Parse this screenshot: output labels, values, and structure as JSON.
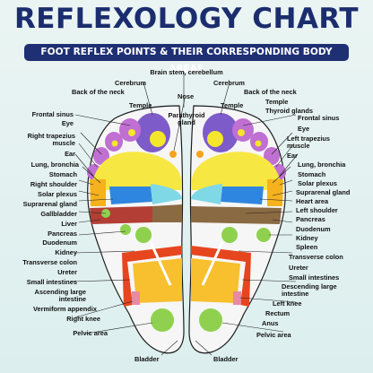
{
  "title": "REFLEXOLOGY CHART",
  "subtitle": "FOOT REFLEX POINTS & THEIR CORRESPONDING BODY AREAS",
  "labels": {
    "brain_stem": "Brain stem, cerebellum",
    "cerebrum_left": "Cerebrum",
    "cerebrum_right": "Cerebrum",
    "back_of_neck_left": "Back of the neck",
    "back_of_neck_right": "Back of the neck",
    "nose": "Nose",
    "temple_left": "Temple",
    "temple_right": "Temple",
    "thyroid_glands": "Thyroid glands",
    "parathyroid_gland_1": "Parathyroid",
    "parathyroid_gland_2": "gland",
    "frontal_sinus_left": "Frontal sinus",
    "frontal_sinus_right": "Frontal sinus",
    "eye_left": "Eye",
    "eye_right": "Eye",
    "right_trapezius_1": "Right trapezius",
    "right_trapezius_2": "muscle",
    "left_trapezius_1": "Left trapezius",
    "left_trapezius_2": "muscle",
    "ear_left": "Ear",
    "ear_right": "Ear",
    "lung_left": "Lung, bronchia",
    "lung_right": "Lung, bronchia",
    "stomach_left": "Stomach",
    "stomach_right": "Stomach",
    "right_shoulder": "Right shoulder",
    "solar_plexus_left": "Solar plexus",
    "solar_plexus_right": "Solar plexus",
    "suprarenal_left": "Suprarenal gland",
    "suprarenal_right": "Suprarenal gland",
    "heart_area": "Heart area",
    "gallbladder": "Gallbladder",
    "left_shoulder": "Left shoulder",
    "liver": "Liver",
    "pancreas_left": "Pancreas",
    "pancreas_right": "Pancreas",
    "duodenum_left": "Duodenum",
    "duodenum_right": "Duodenum",
    "kidney_left": "Kidney",
    "kidney_right": "Kidney",
    "spleen": "Spleen",
    "transverse_colon_left": "Transverse colon",
    "transverse_colon_right": "Transverse colon",
    "ureter_left": "Ureter",
    "ureter_right": "Ureter",
    "small_intestines_left": "Small intestines",
    "small_intestines_right": "Small intestines",
    "ascending_large_1": "Ascending large",
    "ascending_large_2": "intestine",
    "descending_large_1": "Descending large",
    "descending_large_2": "intestine",
    "vermiform_appendix": "Vermiform appendix",
    "left_knee": "Left knee",
    "right_knee": "Right knee",
    "rectum": "Rectum",
    "anus": "Anus",
    "pelvic_area_left": "Pelvic area",
    "pelvic_area_right": "Pelvic area",
    "bladder_left": "Bladder",
    "bladder_right": "Bladder"
  },
  "colors": {
    "title": "#1b2d6e",
    "banner": "#1e2f73",
    "background": "#dcefee",
    "toe": "#c06fd2",
    "toe_big": "#7d5bc9",
    "toe_tip": "#f4e62a",
    "lung": "#f7e742",
    "shoulder": "#f5b21c",
    "plexus": "#2f86e0",
    "diaphragm": "#7fd8e6",
    "liver": "#b33e35",
    "stomach_band": "#8a6a42",
    "green": "#8fd14f",
    "colon": "#e6461e",
    "small_intestine": "#f8bf2e",
    "knee": "#e88aa0",
    "bladder": "#8fd14f",
    "nose": "#f7a21c",
    "heart": "#e23a2b"
  }
}
